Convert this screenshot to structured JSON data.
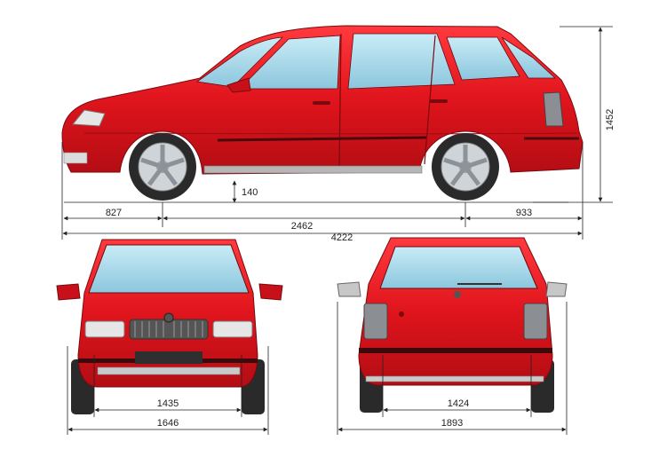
{
  "dimensions": {
    "front_overhang": "827",
    "wheelbase": "2462",
    "rear_overhang": "933",
    "overall_length": "4222",
    "height": "1452",
    "ground_clearance": "140",
    "front_track": "1435",
    "front_width": "1646",
    "rear_track": "1424",
    "rear_width": "1893"
  },
  "colors": {
    "body": "#e0141c",
    "body_dark": "#a80a10",
    "glass": "#a9d8ea",
    "tire": "#2a2a2a",
    "rim": "#cfd4d8",
    "dim_line": "#222222"
  }
}
